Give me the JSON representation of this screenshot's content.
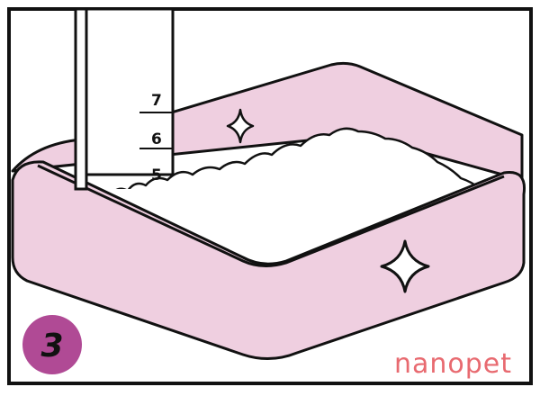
{
  "step_number": "3",
  "ruler_marks": [
    "7",
    "6",
    "5"
  ],
  "brand": "nanopet",
  "colors": {
    "tray_pink": "#efcfe0",
    "tray_pink_shadow": "#e2bbd0",
    "litter_white": "#ffffff",
    "outline": "#111111",
    "badge_purple": "#b04a95",
    "brand_red": "#e86a70"
  },
  "icons": [
    "sparkle-icon",
    "sparkle-icon"
  ]
}
